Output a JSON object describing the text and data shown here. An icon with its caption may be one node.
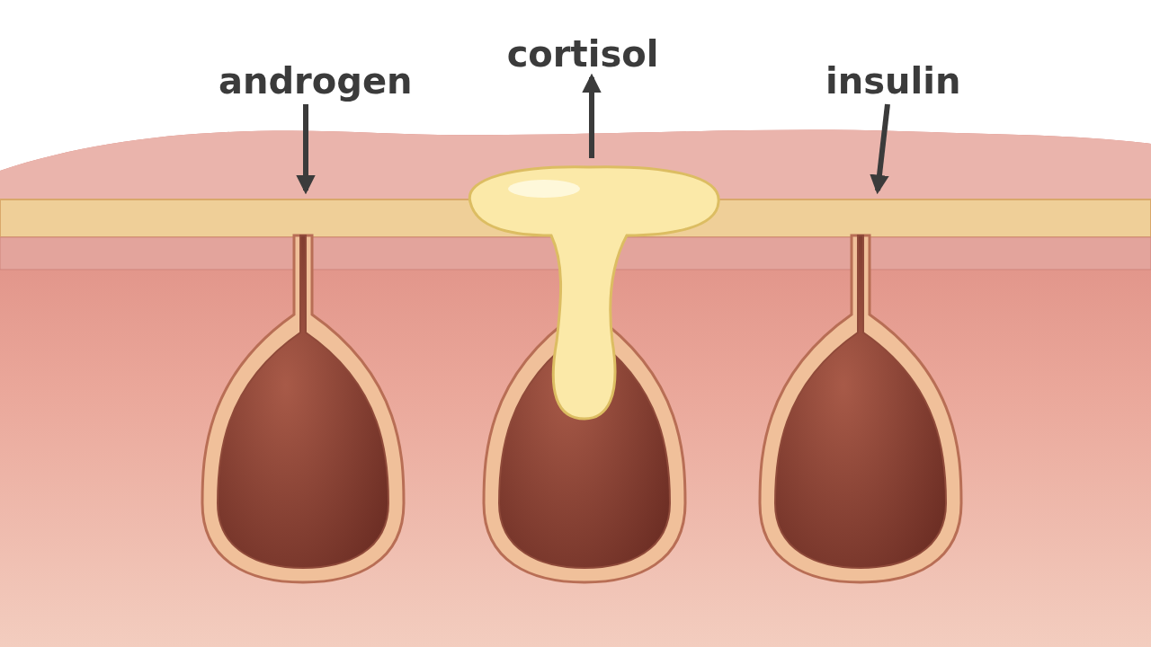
{
  "diagram": {
    "nodes": [
      {
        "text": [
          "androgen"
        ]
      },
      {
        "text": [
          "cortisol"
        ]
      },
      {
        "text": [
          "insulin"
        ]
      },
      {
        "text": [],
        "shape": "picture"
      }
    ],
    "edges": [
      {
        "from": 0,
        "to": null,
        "arrow": "to"
      },
      {
        "from": 3,
        "to": 1,
        "arrow": "to"
      },
      {
        "from": 2,
        "to": null,
        "arrow": "to"
      }
    ]
  }
}
